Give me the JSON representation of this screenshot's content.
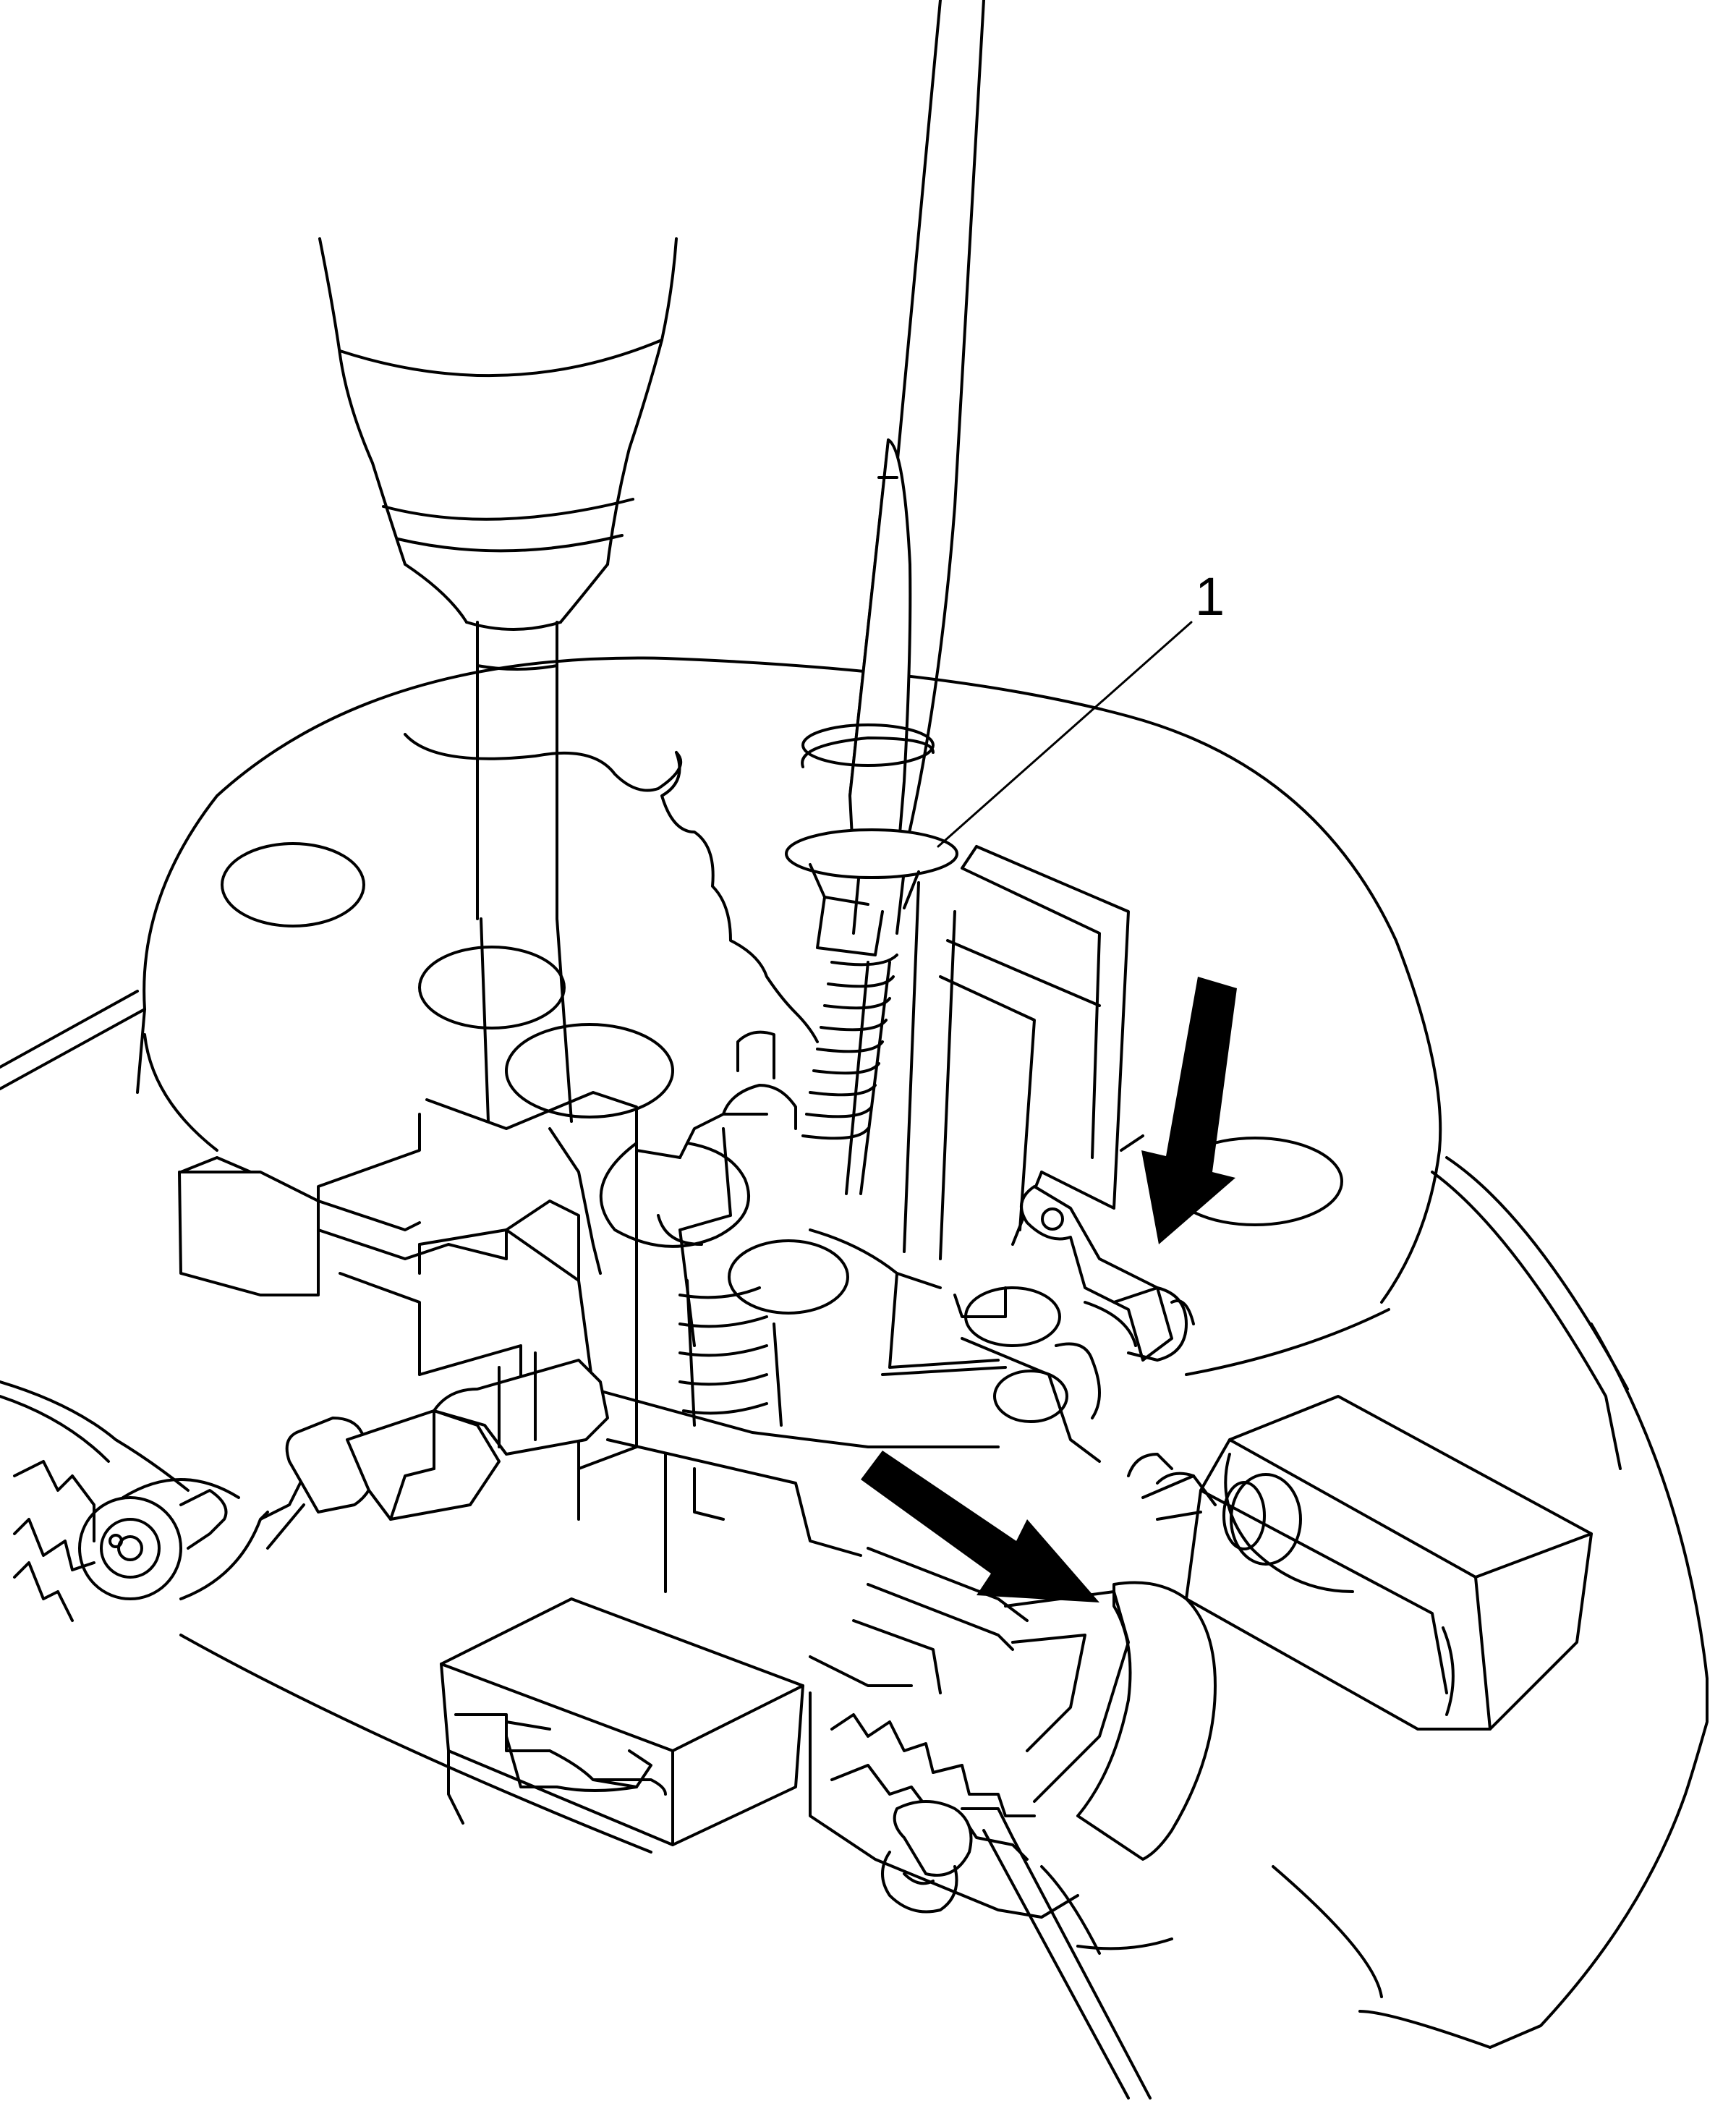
{
  "callouts": [
    {
      "id": "1",
      "label": "1"
    }
  ],
  "arrows": [
    {
      "name": "push-down-arrow",
      "direction": "down"
    },
    {
      "name": "slide-right-arrow",
      "direction": "down-right"
    }
  ],
  "colors": {
    "line": "#000000",
    "background": "#ffffff"
  }
}
